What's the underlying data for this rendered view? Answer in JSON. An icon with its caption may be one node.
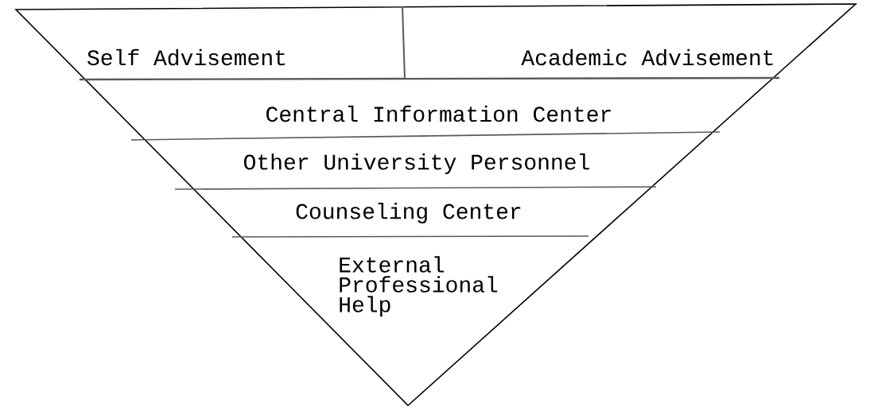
{
  "diagram": {
    "nodes": [
      {
        "text": [
          "Self Advisement"
        ]
      },
      {
        "text": [
          "Academic Advisement"
        ]
      },
      {
        "text": [
          "Central Information Center"
        ]
      },
      {
        "text": [
          "Other University Personnel"
        ]
      },
      {
        "text": [
          "Counseling Center"
        ]
      },
      {
        "text": [
          "External Professional Help"
        ]
      }
    ]
  }
}
